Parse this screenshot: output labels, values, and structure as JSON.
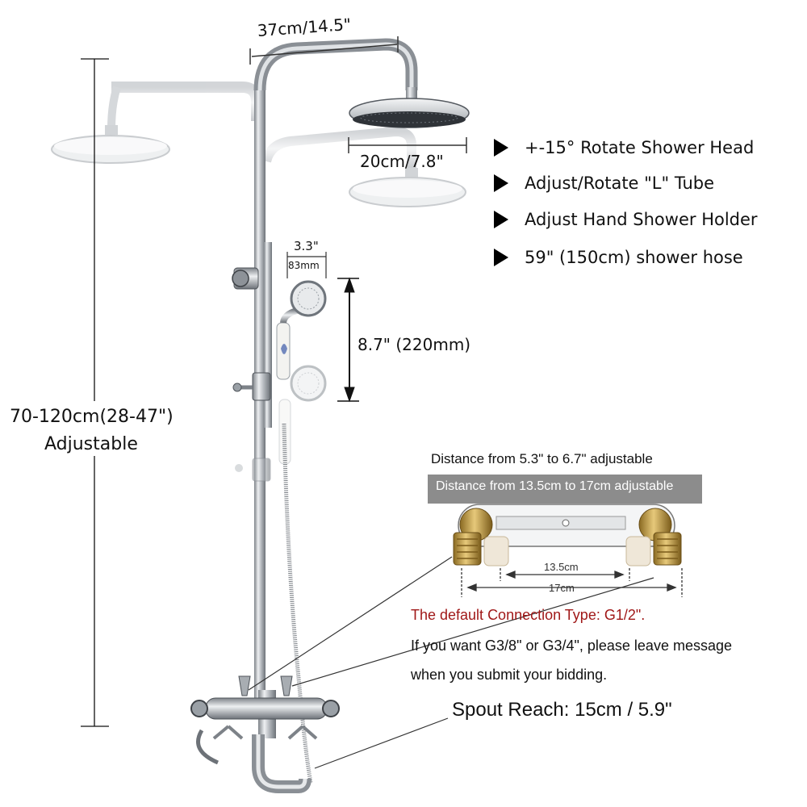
{
  "dimensions": {
    "top_width": "37cm/14.5\"",
    "head_diameter": "20cm/7.8\"",
    "hand_shower_diameter_in": "3.3\"",
    "hand_shower_diameter_mm": "83mm",
    "hand_shower_height": "8.7\" (220mm)",
    "height_range": "70-120cm(28-47\")",
    "height_range_note": "Adjustable"
  },
  "features": [
    "+-15° Rotate Shower Head",
    "Adjust/Rotate \"L\" Tube",
    "Adjust Hand Shower Holder",
    "59\" (150cm) shower hose"
  ],
  "connector": {
    "distance_in": "Distance from 5.3\" to 6.7\" adjustable",
    "distance_cm": "Distance from 13.5cm to 17cm adjustable",
    "min_label": "13.5cm",
    "max_label": "17cm"
  },
  "notes": {
    "default_connection": "The default Connection Type: G1/2\".",
    "message_line_1": "If you want G3/8\" or G3/4\", please leave message",
    "message_line_2": "when you submit your bidding."
  },
  "spout_reach": "Spout Reach: 15cm / 5.9\"",
  "colors": {
    "accent_red": "#a01818",
    "banner_gray": "#8c8c8c",
    "chrome": "#b8bcc2",
    "brass": "#c9a24a"
  }
}
